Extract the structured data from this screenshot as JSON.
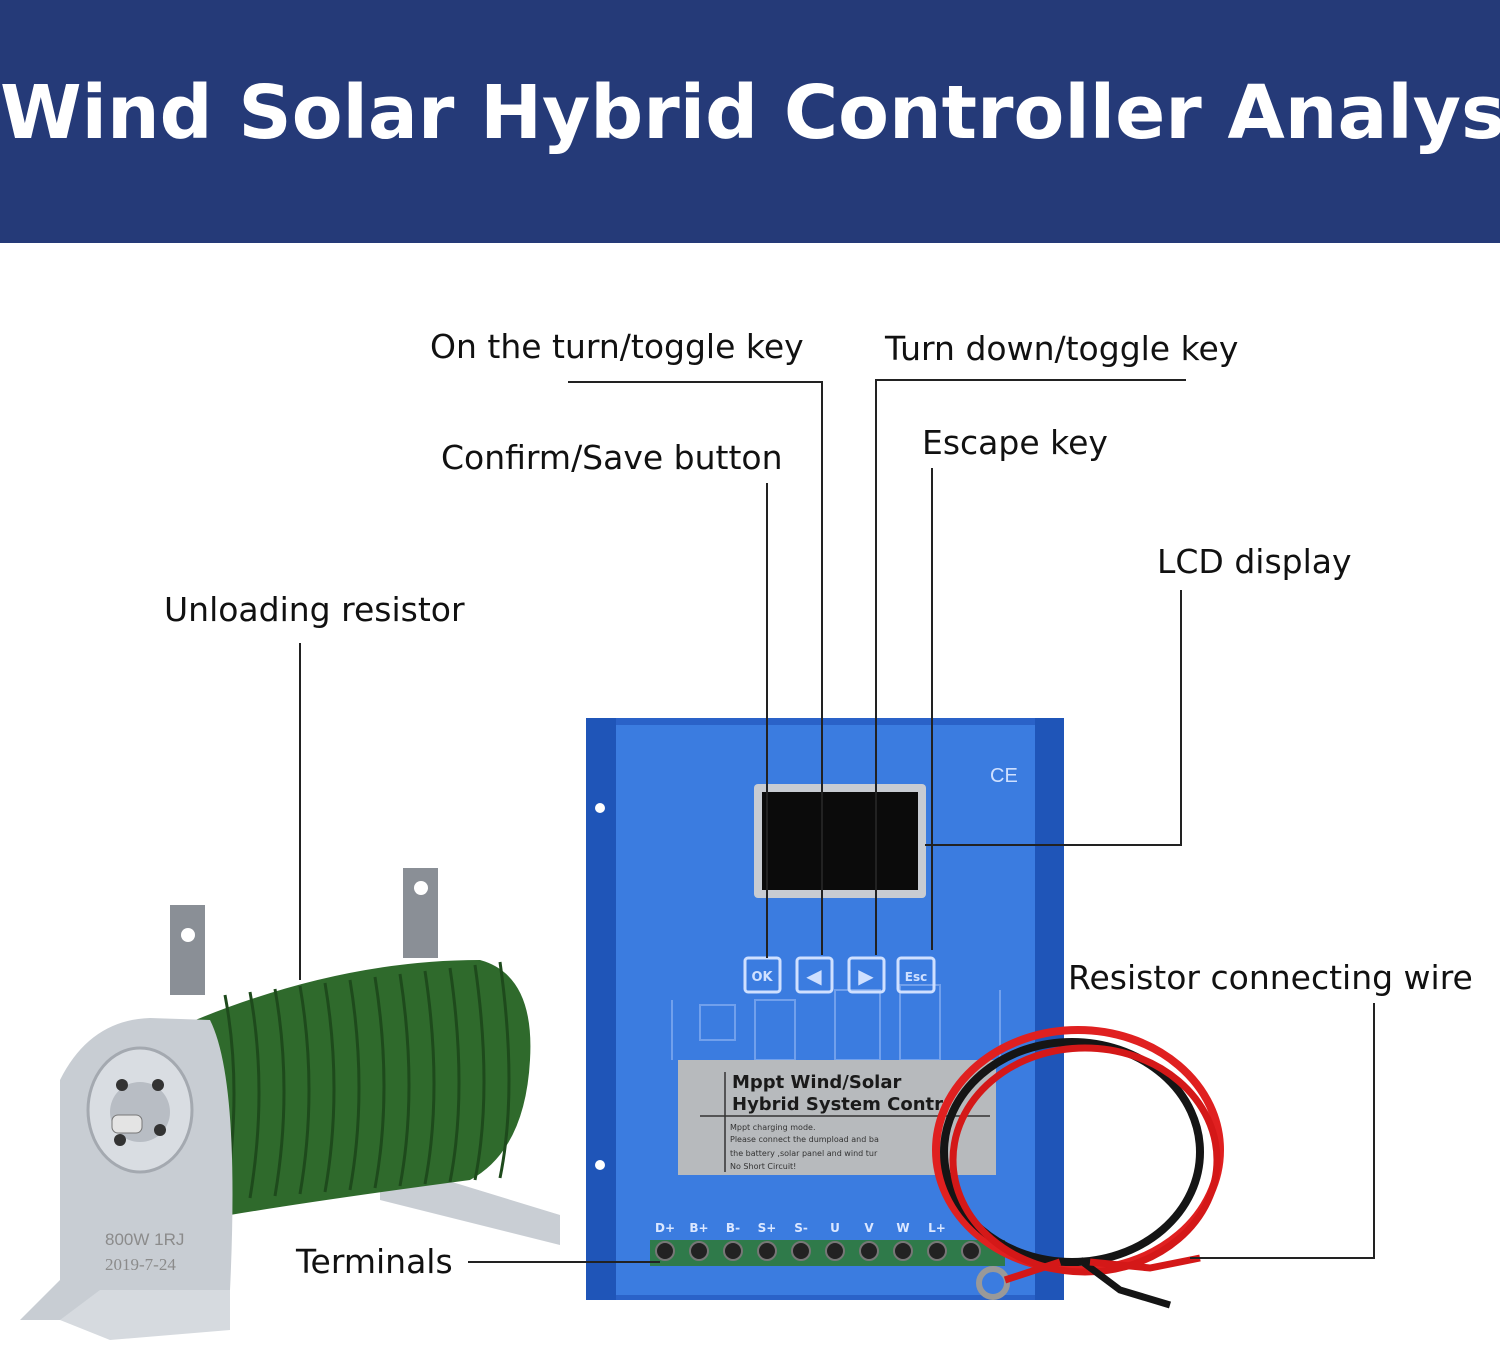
{
  "header": {
    "title": "Wind Solar Hybrid Controller Analysis"
  },
  "callouts": {
    "on_turn": "On the turn/toggle key",
    "turn_down": "Turn down/toggle key",
    "confirm": "Confirm/Save button",
    "escape": "Escape key",
    "lcd": "LCD display",
    "unloading": "Unloading resistor",
    "wire": "Resistor connecting wire",
    "terminals": "Terminals"
  },
  "controller": {
    "ce_mark": "CE",
    "buttons": [
      "OK",
      "◀",
      "▶",
      "Esc"
    ],
    "panel_title_1": "Mppt Wind/Solar",
    "panel_title_2": "Hybrid System Contr",
    "panel_lines": [
      "Mppt charging mode.",
      "Please connect the dumpload and ba",
      "the battery ,solar panel and wind tur",
      "No Short Circuit!"
    ],
    "terminal_labels": [
      "D+",
      "B+",
      "B-",
      "S+",
      "S-",
      "U",
      "V",
      "W",
      "L+"
    ],
    "body_color": "#2f6fd8"
  },
  "resistor": {
    "marking_1": "800W 1RJ",
    "marking_2": "2019-7-24",
    "color": "#2f6a2c"
  }
}
